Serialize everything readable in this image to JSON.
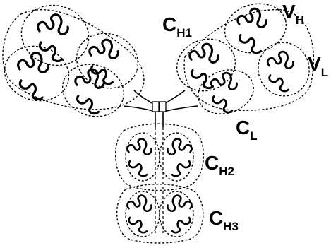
{
  "labels": {
    "ch1": {
      "main": "C",
      "sub": "H1"
    },
    "vh": {
      "main": "V",
      "sub": "H"
    },
    "vl": {
      "main": "V",
      "sub": "L"
    },
    "cl": {
      "main": "C",
      "sub": "L"
    },
    "ch2": {
      "main": "C",
      "sub": "H2"
    },
    "ch3": {
      "main": "C",
      "sub": "H3"
    }
  }
}
